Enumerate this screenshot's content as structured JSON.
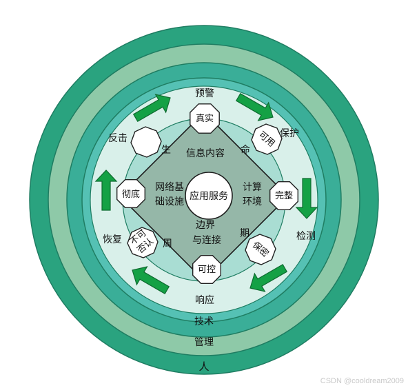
{
  "rings": {
    "outer": {
      "label": "人",
      "color": "#2aa37f"
    },
    "second": {
      "label": "管理",
      "color": "#8ec9a8"
    },
    "third": {
      "label": "技术",
      "color": "#3aae98"
    },
    "fourth": {
      "label": "",
      "color": "#55c1b4"
    },
    "cycle_band": {
      "label": "",
      "color": "#d9f0ea"
    },
    "lifecycle_band": {
      "label": "",
      "color": "#a9ddd3"
    }
  },
  "cycle": {
    "top": "预警",
    "right_top": "保护",
    "right_bottom": "检测",
    "bottom": "响应",
    "left_bottom": "恢复",
    "left_top": "反击"
  },
  "lifecycle": {
    "c1": "生",
    "c2": "命",
    "c3": "周",
    "c4": "期"
  },
  "diamond": {
    "color": "#95b7a8",
    "top": "信息内容",
    "right_line1": "计算",
    "right_line2": "环境",
    "bottom_line1": "边界",
    "bottom_line2": "与连接",
    "left_line1": "网络基",
    "left_line2": "础设施",
    "center": "应用服务"
  },
  "octagons": {
    "top": "真实",
    "right_top": "可用",
    "right": "完整",
    "right_bottom": "保密",
    "bottom": "可控",
    "left_bottom_line1": "不可",
    "left_bottom_line2": "否认",
    "left": "彻底",
    "left_top": ""
  },
  "arrow_color": "#14a145",
  "watermark": "CSDN @cooldream2009"
}
